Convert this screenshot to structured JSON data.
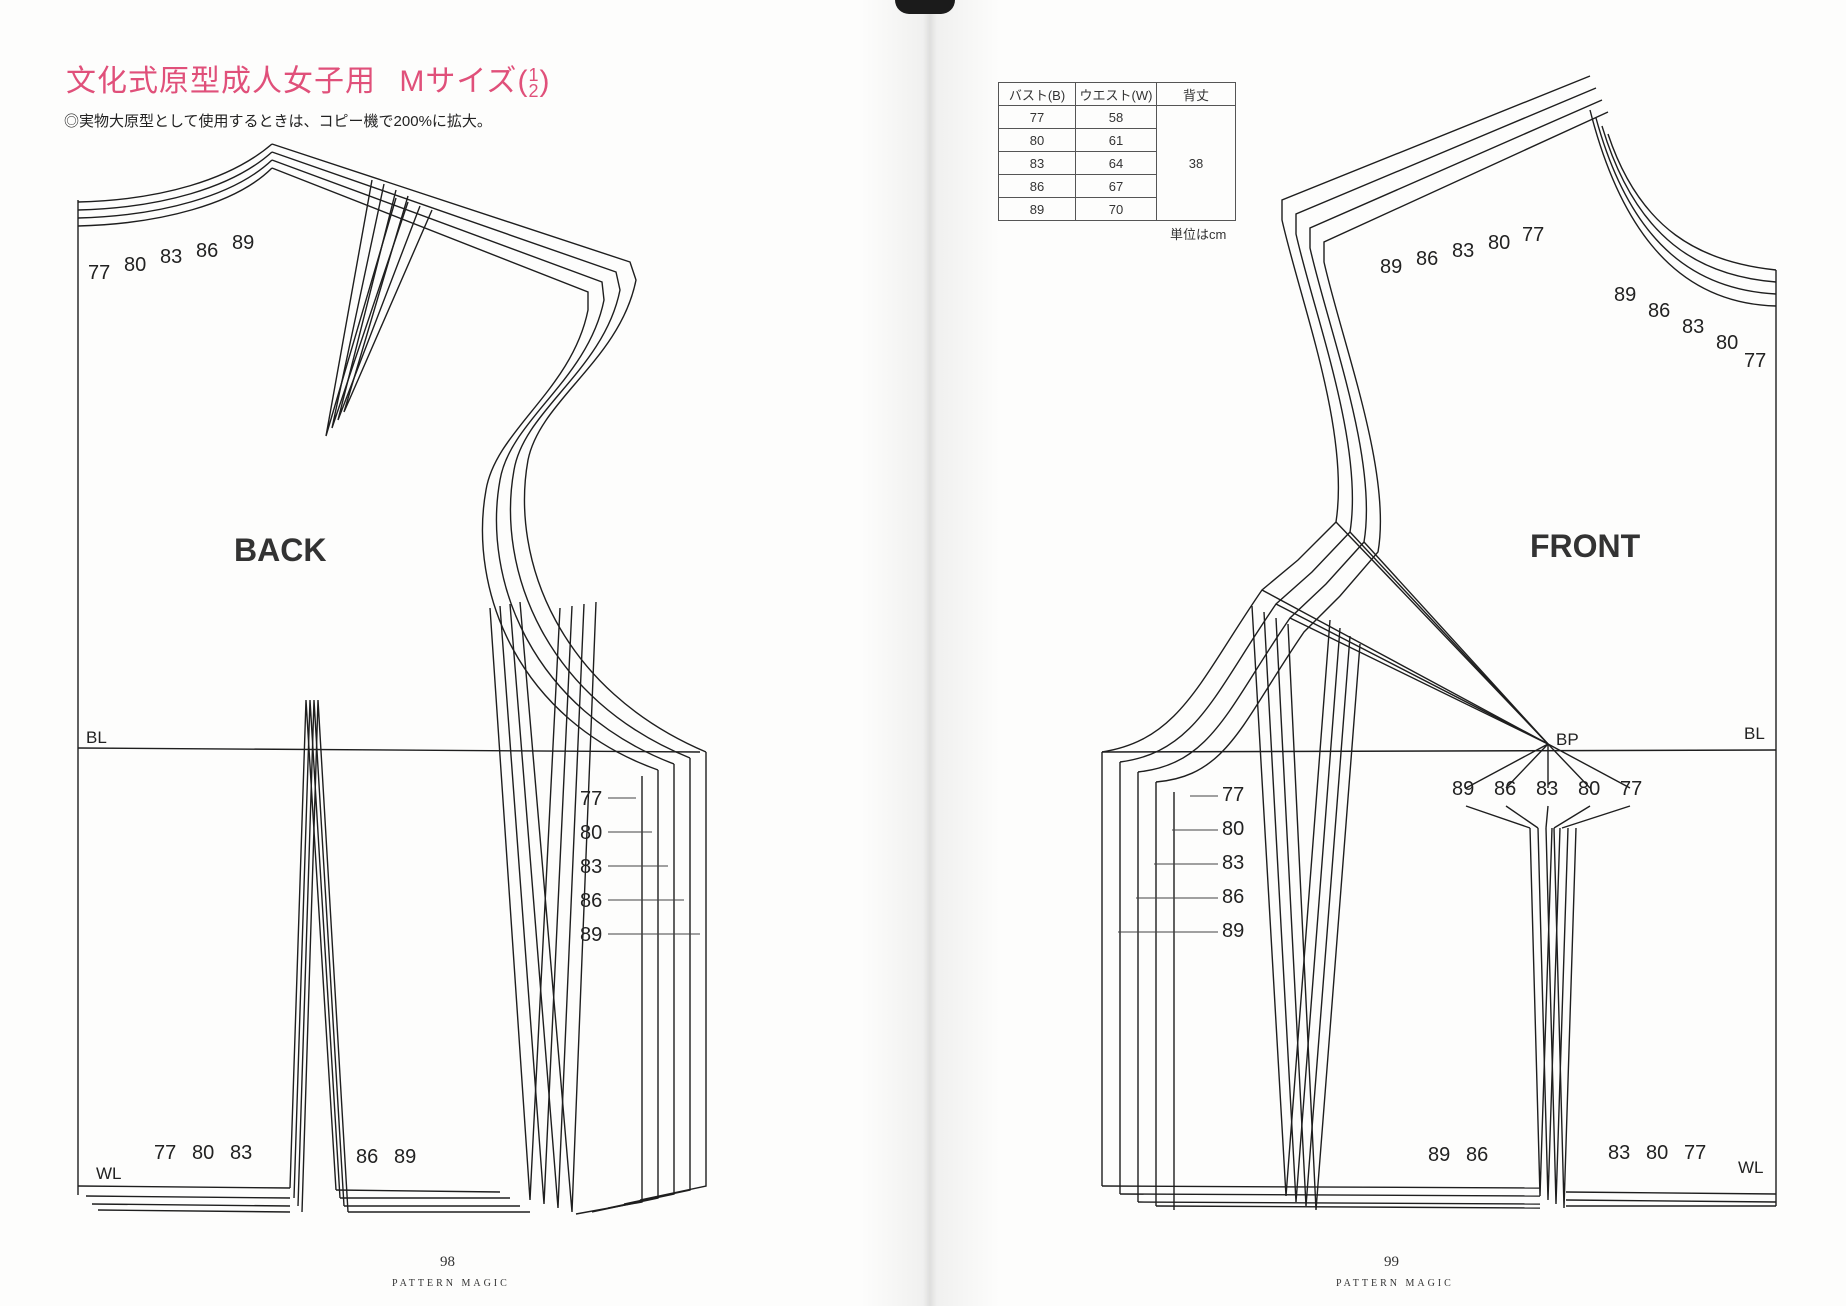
{
  "header": {
    "title_main": "文化式原型成人女子用",
    "title_size": "Mサイズ",
    "title_fraction_num": "1",
    "title_fraction_den": "2",
    "note": "◎実物大原型として使用するときは、コピー機で200%に拡大。"
  },
  "size_table": {
    "headers": [
      "バスト(B)",
      "ウエスト(W)",
      "背丈"
    ],
    "rows": [
      {
        "bust": "77",
        "waist": "58"
      },
      {
        "bust": "80",
        "waist": "61"
      },
      {
        "bust": "83",
        "waist": "64"
      },
      {
        "bust": "86",
        "waist": "67"
      },
      {
        "bust": "89",
        "waist": "70"
      }
    ],
    "back_length": "38",
    "unit": "単位はcm"
  },
  "back": {
    "label": "BACK",
    "bl": "BL",
    "wl": "WL",
    "neck_sizes": [
      "77",
      "80",
      "83",
      "86",
      "89"
    ],
    "side_sizes": [
      "77",
      "80",
      "83",
      "86",
      "89"
    ],
    "waist_sizes_left": [
      "77",
      "80",
      "83"
    ],
    "waist_sizes_right": [
      "86",
      "89"
    ]
  },
  "front": {
    "label": "FRONT",
    "bl": "BL",
    "wl": "WL",
    "bp": "BP",
    "shoulder_sizes": [
      "89",
      "86",
      "83",
      "80",
      "77"
    ],
    "neck_sizes": [
      "89",
      "86",
      "83",
      "80",
      "77"
    ],
    "bp_sizes": [
      "89",
      "86",
      "83",
      "80",
      "77"
    ],
    "side_sizes": [
      "77",
      "80",
      "83",
      "86",
      "89"
    ],
    "waist_sizes_left": [
      "89",
      "86"
    ],
    "waist_sizes_right": [
      "83",
      "80",
      "77"
    ]
  },
  "footer": {
    "left_page": "98",
    "right_page": "99",
    "book_name": "PATTERN MAGIC"
  }
}
